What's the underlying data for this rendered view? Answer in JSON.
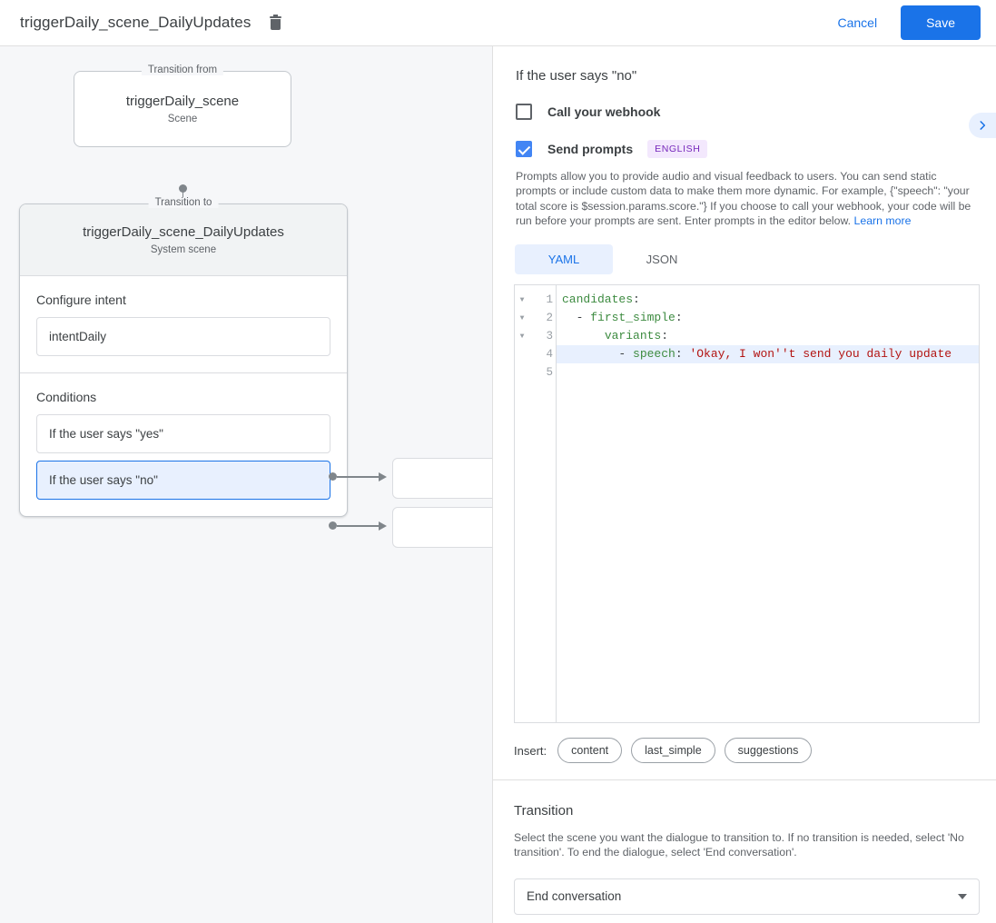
{
  "topbar": {
    "title": "triggerDaily_scene_DailyUpdates",
    "delete_icon": "trash-icon",
    "cancel_label": "Cancel",
    "save_label": "Save"
  },
  "canvas": {
    "from_node": {
      "legend": "Transition from",
      "title": "triggerDaily_scene",
      "subtitle": "Scene"
    },
    "to_node": {
      "legend": "Transition to",
      "title": "triggerDaily_scene_DailyUpdates",
      "subtitle": "System scene"
    },
    "intent_section": {
      "label": "Configure intent",
      "value": "intentDaily"
    },
    "conditions_section": {
      "label": "Conditions",
      "items": [
        {
          "label": "If the user says \"yes\"",
          "selected": false
        },
        {
          "label": "If the user says \"no\"",
          "selected": true
        }
      ]
    }
  },
  "panel": {
    "title": "If the user says \"no\"",
    "expand_icon": "chevron-right-icon",
    "webhook": {
      "label": "Call your webhook",
      "checked": false
    },
    "prompts": {
      "label": "Send prompts",
      "checked": true,
      "badge": "ENGLISH",
      "description": "Prompts allow you to provide audio and visual feedback to users. You can send static prompts or include custom data to make them more dynamic. For example, {\"speech\": \"your total score is $session.params.score.\"} If you choose to call your webhook, your code will be run before your prompts are sent. Enter prompts in the editor below.",
      "learn_more": "Learn more"
    },
    "editor": {
      "tabs": [
        {
          "label": "YAML",
          "active": true
        },
        {
          "label": "JSON",
          "active": false
        }
      ],
      "lines": [
        {
          "num": "1",
          "fold": true,
          "highlight": false,
          "segments": [
            {
              "t": "candidates",
              "c": "k"
            },
            {
              "t": ":",
              "c": "p"
            }
          ]
        },
        {
          "num": "2",
          "fold": true,
          "highlight": false,
          "segments": [
            {
              "t": "  - ",
              "c": "p"
            },
            {
              "t": "first_simple",
              "c": "k"
            },
            {
              "t": ":",
              "c": "p"
            }
          ]
        },
        {
          "num": "3",
          "fold": true,
          "highlight": false,
          "segments": [
            {
              "t": "      ",
              "c": "p"
            },
            {
              "t": "variants",
              "c": "k"
            },
            {
              "t": ":",
              "c": "p"
            }
          ]
        },
        {
          "num": "4",
          "fold": false,
          "highlight": true,
          "segments": [
            {
              "t": "        - ",
              "c": "p"
            },
            {
              "t": "speech",
              "c": "k"
            },
            {
              "t": ": ",
              "c": "p"
            },
            {
              "t": "'Okay, I won''t send you daily update",
              "c": "s"
            }
          ]
        },
        {
          "num": "5",
          "fold": false,
          "highlight": false,
          "segments": []
        }
      ]
    },
    "insert": {
      "label": "Insert:",
      "chips": [
        "content",
        "last_simple",
        "suggestions"
      ]
    },
    "transition": {
      "title": "Transition",
      "description": "Select the scene you want the dialogue to transition to. If no transition is needed, select 'No transition'. To end the dialogue, select 'End conversation'.",
      "selected": "End conversation"
    }
  },
  "colors": {
    "accent": "#1a73e8",
    "checkbox_checked": "#4285f4",
    "badge_bg": "#f3e8fd",
    "badge_fg": "#7627bb",
    "canvas_bg": "#f6f7f9",
    "selected_row_bg": "#e8f0fe"
  }
}
